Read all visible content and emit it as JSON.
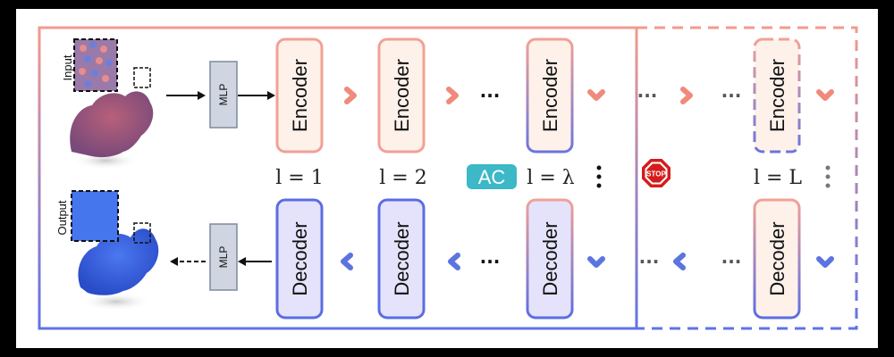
{
  "input_label": "Input",
  "output_label": "Output",
  "mlp_label": "MLP",
  "encoder_label": "Encoder",
  "decoder_label": "Decoder",
  "ac_label": "AC",
  "stop_label": "STOP",
  "layer_labels": [
    "l = 1",
    "l = 2",
    "l = λ",
    "l = L"
  ],
  "ellipsis": "···",
  "colors": {
    "encoder_border": "#f1a195",
    "encoder_fill": "#fdf1ea",
    "decoder_border": "#5b6de3",
    "decoder_fill": "#e5e3fb",
    "frame_top": "#f39a8c",
    "frame_bottom": "#5f73e6",
    "ac_fill": "#3cb8c6",
    "stop_fill": "#d41c1c",
    "mlp_fill": "#cfd6e2",
    "arrow_red": "#f08a7a",
    "arrow_blue": "#5b74e0"
  }
}
